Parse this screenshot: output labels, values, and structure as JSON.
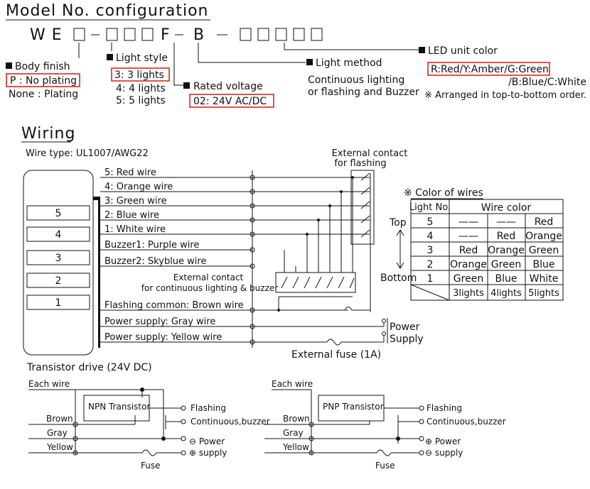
{
  "model": {
    "title": "Model No. configuration",
    "code_prefix": "W E",
    "code_f": "F",
    "code_b": "B",
    "body_finish": {
      "label": "Body finish",
      "opt_selected": "P : No plating",
      "opt_other": "None : Plating"
    },
    "light_style": {
      "label": "Light style",
      "opt_selected": "3: 3 lights",
      "opt_4": "4: 4 lights",
      "opt_5": "5: 5 lights"
    },
    "rated_voltage": {
      "label": "Rated voltage",
      "opt_selected": "02: 24V AC/DC"
    },
    "light_method": {
      "label": "Light method",
      "line1": "Continuous lighting",
      "line2": "or flashing and Buzzer"
    },
    "led_color": {
      "label": "LED unit color",
      "opt_selected": "R:Red/Y:Amber/G:Green",
      "opt_more": "/B:Blue/C:White",
      "note": "※ Arranged in top-to-bottom order."
    }
  },
  "wiring": {
    "title": "Wiring",
    "wire_type": "Wire type: UL1007/AWG22",
    "tiers": [
      "5",
      "4",
      "3",
      "2",
      "1"
    ],
    "wires": [
      "5: Red wire",
      "4: Orange wire",
      "3: Green wire",
      "2: Blue wire",
      "1: White wire",
      "Buzzer1: Purple wire",
      "Buzzer2: Skyblue wire"
    ],
    "lower_wires": [
      "Flashing common: Brown wire",
      "Power supply: Gray wire",
      "Power supply: Yellow wire"
    ],
    "ext_flash_1": "External contact",
    "ext_flash_2": "for flashing",
    "ext_cont_1": "External contact",
    "ext_cont_2": "for continuous lighting & buzzer",
    "power_1": "Power",
    "power_2": "Supply",
    "fuse": "External fuse (1A)",
    "top": "Top",
    "bottom": "Bottom"
  },
  "color_table": {
    "title": "※ Color of wires",
    "header_1": "Light No.",
    "header_2": "Wire color",
    "rows": [
      {
        "no": "5",
        "c3": "——",
        "c4": "——",
        "c5": "Red"
      },
      {
        "no": "4",
        "c3": "——",
        "c4": "Red",
        "c5": "Orange"
      },
      {
        "no": "3",
        "c3": "Red",
        "c4": "Orange",
        "c5": "Green"
      },
      {
        "no": "2",
        "c3": "Orange",
        "c4": "Green",
        "c5": "Blue"
      },
      {
        "no": "1",
        "c3": "Green",
        "c4": "Blue",
        "c5": "White"
      }
    ],
    "footer": [
      "3lights",
      "4lights",
      "5lights"
    ]
  },
  "transistor": {
    "title": "Transistor drive (24V DC)",
    "npn": {
      "label": "NPN Transistor",
      "each_wire": "Each wire",
      "brown": "Brown",
      "gray": "Gray",
      "yellow": "Yellow",
      "flashing": "Flashing",
      "continuous": "Continuous,buzzer",
      "power": "⊖ Power",
      "supply": "⊕ supply",
      "fuse": "Fuse"
    },
    "pnp": {
      "label": "PNP Transistor",
      "each_wire": "Each wire",
      "brown": "Brown",
      "gray": "Gray",
      "yellow": "Yellow",
      "flashing": "Flashing",
      "continuous": "Continuous,buzzer",
      "power": "⊕ Power",
      "supply": "⊖ supply",
      "fuse": "Fuse"
    }
  }
}
